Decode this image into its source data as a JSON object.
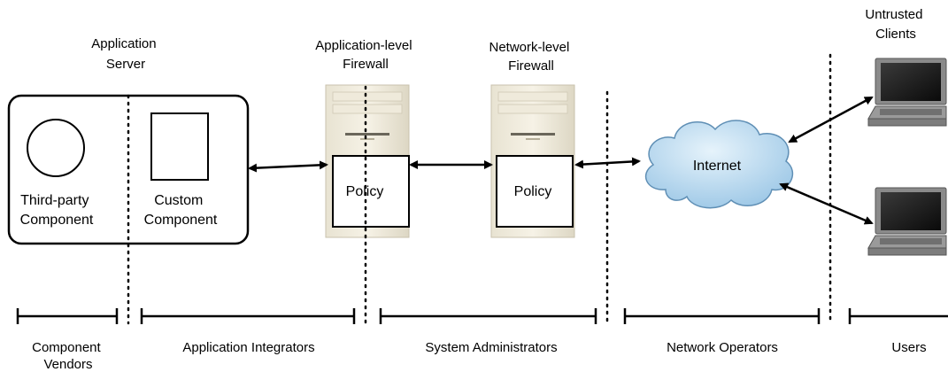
{
  "title_labels": {
    "app_server": [
      "Application",
      "Server"
    ],
    "app_firewall": [
      "Application-level",
      "Firewall"
    ],
    "net_firewall": [
      "Network-level",
      "Firewall"
    ],
    "untrusted_clients": [
      "Untrusted",
      "Clients"
    ]
  },
  "components": {
    "third_party": [
      "Third-party",
      "Component"
    ],
    "custom": [
      "Custom",
      "Component"
    ]
  },
  "policy_label": "Policy",
  "internet_label": "Internet",
  "roles": {
    "component_vendors": [
      "Component",
      "Vendors"
    ],
    "application_integrators": "Application Integrators",
    "system_administrators": "System Administrators",
    "network_operators": "Network Operators",
    "users": "Users"
  }
}
